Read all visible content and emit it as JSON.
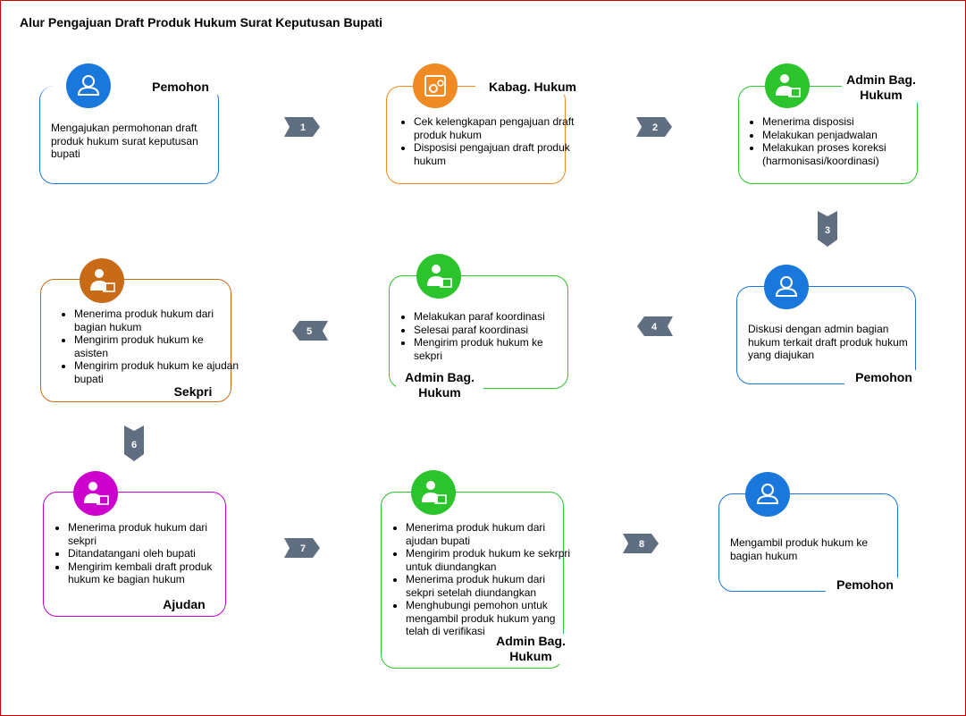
{
  "title": "Alur Pengajuan Draft Produk Hukum Surat Keputusan Bupati",
  "colors": {
    "blue": "#1a78dc",
    "orange": "#f08a24",
    "green": "#2cc42c",
    "brown": "#c96a16",
    "magenta": "#cc00cc",
    "arrow": "#5f6e80",
    "frame": "#cc0000"
  },
  "steps": [
    {
      "role": "Pemohon",
      "icon": "person-icon",
      "text": "Mengajukan permohonan draft produk hukum surat keputusan bupati"
    },
    {
      "role": "Kabag. Hukum",
      "icon": "gear-document-icon",
      "items": [
        "Cek kelengkapan pengajuan draft produk hukum",
        "Disposisi pengajuan draft produk hukum"
      ]
    },
    {
      "role": "Admin Bag. Hukum",
      "icon": "worker-briefcase-icon",
      "items": [
        "Menerima disposisi",
        "Melakukan penjadwalan",
        "Melakukan proses koreksi (harmonisasi/koordinasi)"
      ]
    },
    {
      "role": "Pemohon",
      "icon": "person-icon",
      "text": "Diskusi dengan admin bagian hukum terkait draft produk hukum yang diajukan"
    },
    {
      "role": "Admin Bag. Hukum",
      "icon": "worker-briefcase-icon",
      "items": [
        "Melakukan paraf koordinasi",
        "Selesai paraf koordinasi",
        "Mengirim produk hukum ke sekpri"
      ]
    },
    {
      "role": "Sekpri",
      "icon": "worker-briefcase-icon",
      "items": [
        "Menerima produk hukum dari bagian hukum",
        "Mengirim produk hukum ke asisten",
        "Mengirim produk hukum ke ajudan bupati"
      ]
    },
    {
      "role": "Ajudan",
      "icon": "worker-briefcase-icon",
      "items": [
        "Menerima produk hukum dari sekpri",
        "Ditandatangani oleh bupati",
        "Mengirim kembali draft produk hukum ke bagian hukum"
      ]
    },
    {
      "role": "Admin Bag. Hukum",
      "icon": "worker-briefcase-icon",
      "items": [
        "Menerima produk hukum dari ajudan bupati",
        "Mengirim produk hukum ke sekrpri untuk diundangkan",
        "Menerima produk hukum dari sekpri setelah diundangkan",
        "Menghubungi pemohon untuk mengambil produk hukum yang telah di verifikasi"
      ]
    },
    {
      "role": "Pemohon",
      "icon": "person-icon",
      "text": "Mengambil produk hukum ke bagian hukum"
    }
  ],
  "arrows": [
    "1",
    "2",
    "3",
    "4",
    "5",
    "6",
    "7",
    "8"
  ]
}
